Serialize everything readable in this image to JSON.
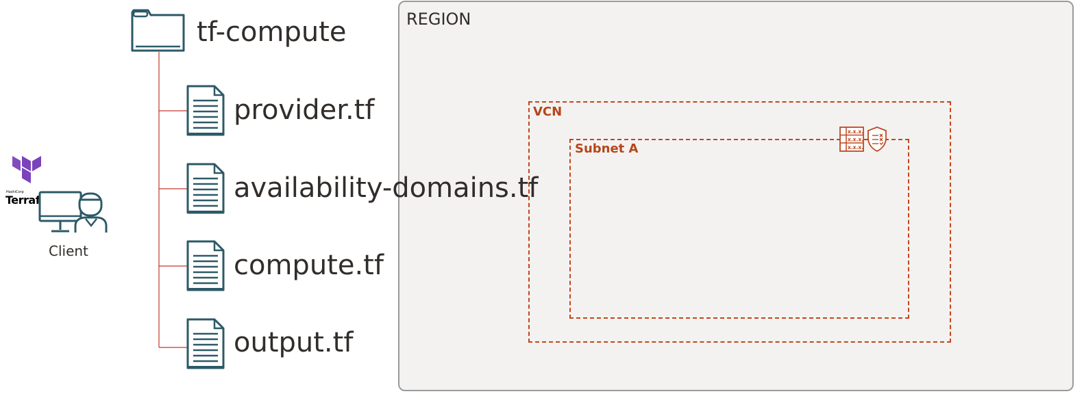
{
  "region": {
    "label": "REGION"
  },
  "vcn": {
    "label": "VCN"
  },
  "subnet": {
    "label": "Subnet A",
    "security_list_text": "x.x.x."
  },
  "folder": {
    "name": "tf-compute"
  },
  "files": [
    {
      "name": "provider.tf"
    },
    {
      "name": "availability-domains.tf"
    },
    {
      "name": "compute.tf"
    },
    {
      "name": "output.tf"
    }
  ],
  "client": {
    "label": "Client",
    "logo_text": "Terrafor",
    "logo_small": "HashiCorp"
  },
  "colors": {
    "icon": "#2c5967",
    "tree_line": "#c0392b",
    "oci_orange": "#c1461d",
    "terraform_purple": "#7b42bc",
    "region_bg": "#f3f2f0"
  }
}
